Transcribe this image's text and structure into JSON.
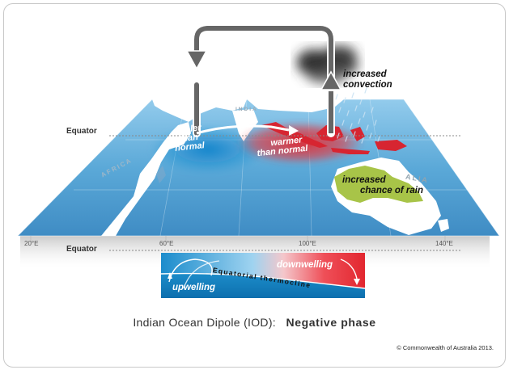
{
  "labels": {
    "equator": "Equator",
    "increased_convection_line1": "increased",
    "increased_convection_line2": "convection",
    "cooler_line1": "cooler",
    "cooler_line2": "than",
    "cooler_line3": "normal",
    "warmer_line1": "warmer",
    "warmer_line2": "than normal",
    "rain_line1": "increased",
    "rain_line2": "chance of rain",
    "africa": "AFRICA",
    "india": "INDIA",
    "australia": "ALIA"
  },
  "longitudes": [
    "20°E",
    "60°E",
    "100°E",
    "140°E"
  ],
  "cross_section": {
    "downwelling": "downwelling",
    "upwelling": "upwelling",
    "thermocline": "Equatorial thermocline"
  },
  "caption": {
    "prefix": "Indian Ocean Dipole (IOD):",
    "phase": "Negative phase"
  },
  "copyright": "© Commonwealth of Australia 2013.",
  "colors": {
    "ocean": "#5ba9d8",
    "cool_anomaly": "#1f8fd0",
    "warm_anomaly": "#e23a40",
    "land": "#ffffff",
    "rain_region": "#a8c448",
    "circulation_arrow": "#555555",
    "cloud": "#2d2d2d"
  },
  "icons": [
    "circulation-arrow-icon",
    "convection-cloud-icon",
    "rain-icon"
  ]
}
